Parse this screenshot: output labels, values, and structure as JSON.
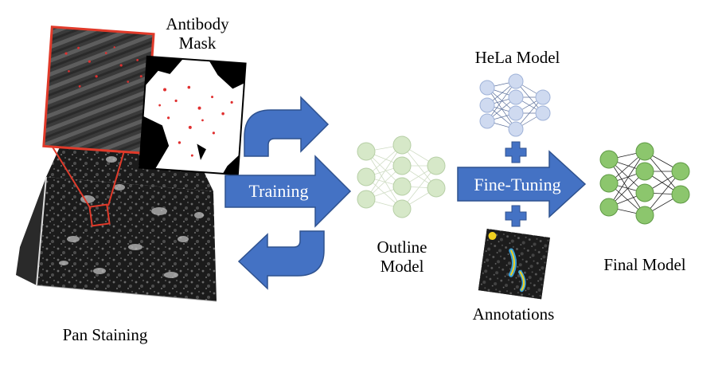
{
  "labels": {
    "antibody_mask": "Antibody\nMask",
    "pan_staining": "Pan Staining",
    "training": "Training",
    "outline_model": "Outline\nModel",
    "hela_model": "HeLa Model",
    "fine_tuning": "Fine-Tuning",
    "annotations": "Annotations",
    "final_model": "Final Model"
  },
  "colors": {
    "arrow_blue": "#4472c4",
    "arrow_edge": "#2f528f",
    "outline_net": "#d6e8c8",
    "hela_net": "#cfdaf0",
    "final_net": "#8cc66d",
    "mask_red": "#e03030",
    "inset_frame": "#e03a2a"
  },
  "icons": [
    "curved-arrow-top",
    "curved-arrow-bottom",
    "plus-icon",
    "plus-icon"
  ]
}
